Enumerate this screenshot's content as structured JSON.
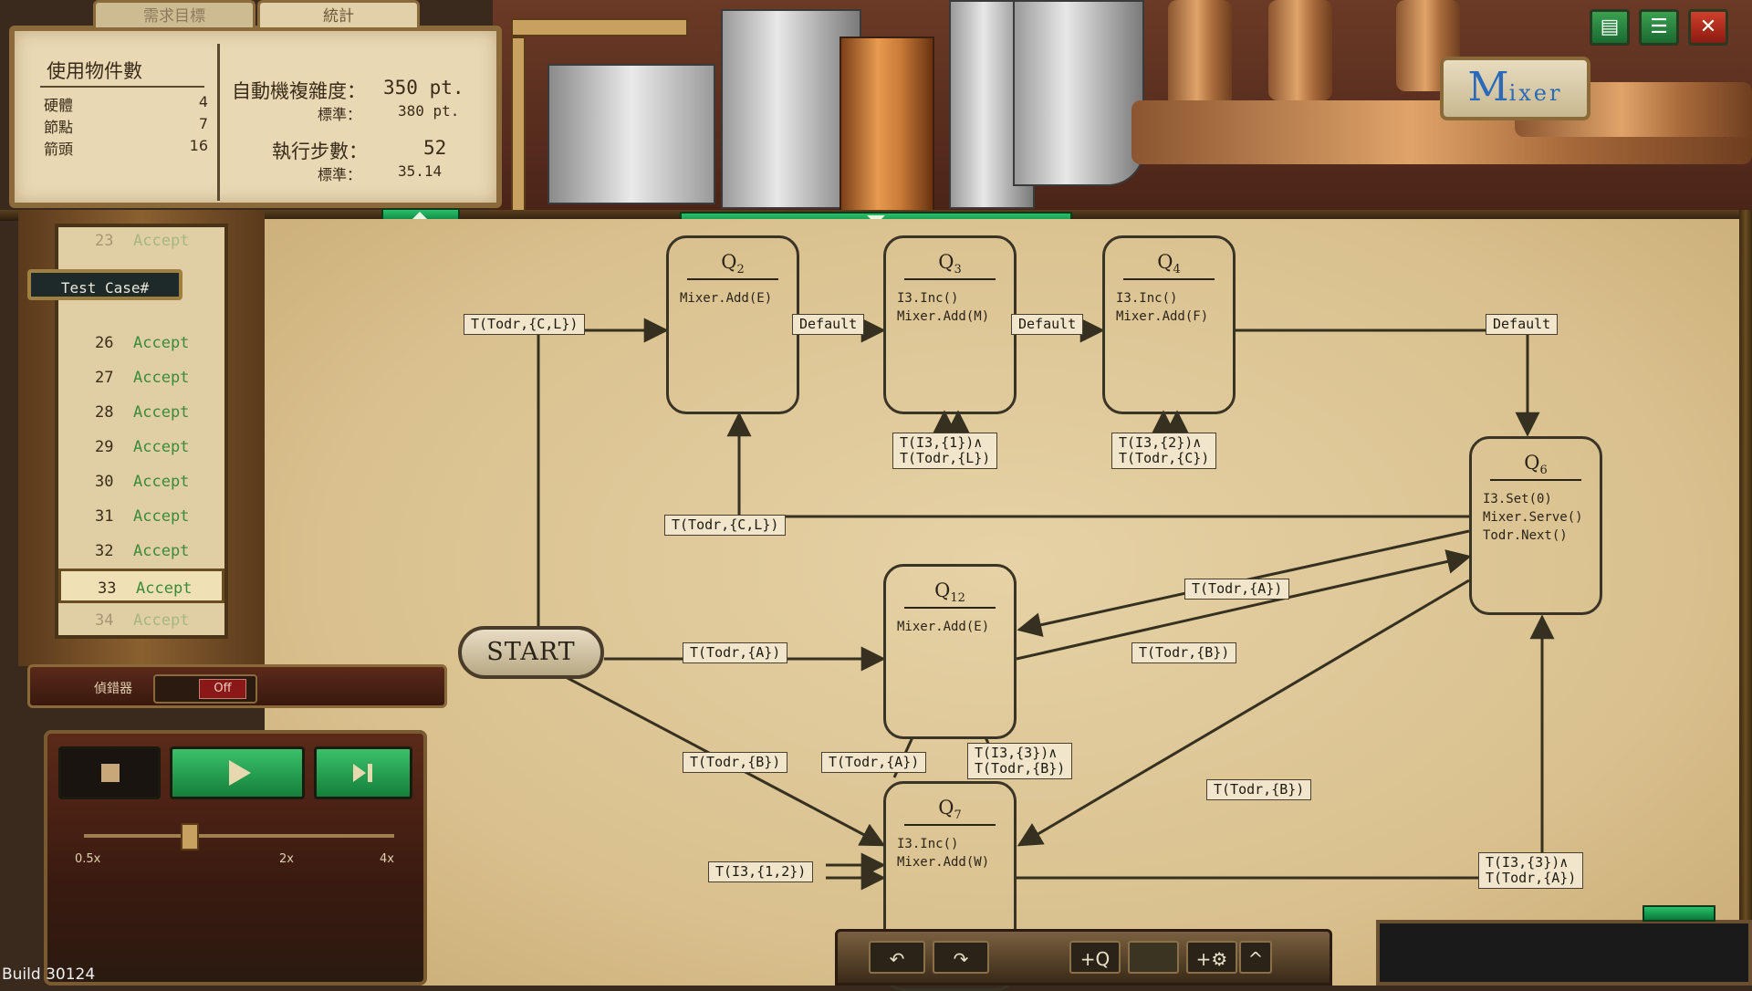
{
  "stats_panel": {
    "tab_requirements": "需求目標",
    "tab_statistics": "統計",
    "title": "使用物件數",
    "items": [
      {
        "label": "硬體",
        "value": "4"
      },
      {
        "label": "節點",
        "value": "7"
      },
      {
        "label": "箭頭",
        "value": "16"
      }
    ],
    "complexity_label": "自動機複雜度：",
    "complexity_value": "350 pt.",
    "complexity_std_label": "標準：",
    "complexity_std_value": "380 pt.",
    "steps_label": "執行步數：",
    "steps_value": "52",
    "steps_std_label": "標準：",
    "steps_std_value": "35.14"
  },
  "test_cases": {
    "label": "Test Case#",
    "items": [
      {
        "num": "23",
        "status": "Accept"
      },
      {
        "num": "26",
        "status": "Accept"
      },
      {
        "num": "27",
        "status": "Accept"
      },
      {
        "num": "28",
        "status": "Accept"
      },
      {
        "num": "29",
        "status": "Accept"
      },
      {
        "num": "30",
        "status": "Accept"
      },
      {
        "num": "31",
        "status": "Accept"
      },
      {
        "num": "32",
        "status": "Accept"
      },
      {
        "num": "33",
        "status": "Accept"
      },
      {
        "num": "34",
        "status": "Accept"
      }
    ],
    "selected": "33"
  },
  "debugger": {
    "label": "偵錯器",
    "state": "Off"
  },
  "speed": {
    "labels": [
      "0.5x",
      "2x",
      "4x"
    ]
  },
  "logo": {
    "big": "M",
    "rest": "ixer"
  },
  "graph": {
    "start": "START",
    "nodes": {
      "q2": {
        "name": "Q",
        "sub": "2",
        "actions": [
          "Mixer.Add(E)"
        ]
      },
      "q3": {
        "name": "Q",
        "sub": "3",
        "actions": [
          "I3.Inc()",
          "Mixer.Add(M)"
        ]
      },
      "q4": {
        "name": "Q",
        "sub": "4",
        "actions": [
          "I3.Inc()",
          "Mixer.Add(F)"
        ]
      },
      "q6": {
        "name": "Q",
        "sub": "6",
        "actions": [
          "I3.Set(0)",
          "Mixer.Serve()",
          "Todr.Next()"
        ]
      },
      "q12": {
        "name": "Q",
        "sub": "12",
        "actions": [
          "Mixer.Add(E)"
        ]
      },
      "q7": {
        "name": "Q",
        "sub": "7",
        "actions": [
          "I3.Inc()",
          "Mixer.Add(W)"
        ]
      }
    },
    "labels": {
      "start_q2": "T(Todr,{C,L})",
      "q2_q3": "Default",
      "q3_q4": "Default",
      "q4_q6": "Default",
      "q3_loop_1": "T(I3,{1})∧",
      "q3_loop_2": "T(Todr,{L})",
      "q4_loop_1": "T(I3,{2})∧",
      "q4_loop_2": "T(Todr,{C})",
      "q6_q2": "T(Todr,{C,L})",
      "q6_q12": "T(Todr,{A})",
      "q12_q6": "T(Todr,{B})",
      "start_q12": "T(Todr,{A})",
      "start_q7": "T(Todr,{B})",
      "q12_q7": "T(Todr,{A})",
      "q12_loop_1": "T(I3,{3})∧",
      "q12_loop_2": "T(Todr,{B})",
      "q6_q7": "T(Todr,{B})",
      "q7_loop": "T(I3,{1,2})",
      "q7_q6_1": "T(I3,{3})∧",
      "q7_q6_2": "T(Todr,{A})"
    }
  },
  "toolbar": {
    "undo": "↶",
    "redo": "↷",
    "add_state": "+Q",
    "add_gear": "+⚙",
    "expand": "^"
  },
  "build": "Build 30124"
}
